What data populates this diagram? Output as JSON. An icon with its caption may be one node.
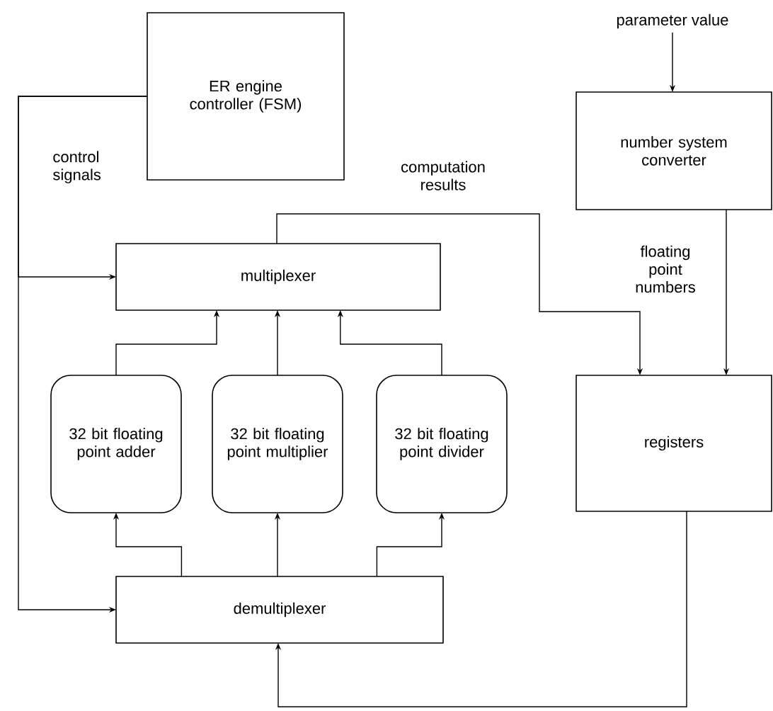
{
  "diagram": {
    "nodes": [
      {
        "text": [
          "ER engine controller (FSM)"
        ]
      },
      {
        "text": [
          "parameter value"
        ]
      },
      {
        "text": [
          "number system converter"
        ]
      },
      {
        "text": [
          "multiplexer"
        ]
      },
      {
        "text": [
          "32 bit floating point adder"
        ]
      },
      {
        "text": [
          "32 bit floating point multiplier"
        ]
      },
      {
        "text": [
          "32 bit floating point divider"
        ]
      },
      {
        "text": [
          "registers"
        ]
      },
      {
        "text": [
          "demultiplexer"
        ]
      }
    ],
    "edges": [
      {
        "from": 0,
        "to": 3,
        "arrow": "to",
        "label": "control signals"
      },
      {
        "from": 0,
        "to": 8,
        "arrow": "to"
      },
      {
        "from": 1,
        "to": 2,
        "arrow": "to"
      },
      {
        "from": 2,
        "to": 7,
        "arrow": "to",
        "label": "floating point numbers"
      },
      {
        "from": 3,
        "to": 7,
        "arrow": "to",
        "label": "computation results"
      },
      {
        "from": 4,
        "to": 3,
        "arrow": "to"
      },
      {
        "from": 5,
        "to": 3,
        "arrow": "to"
      },
      {
        "from": 6,
        "to": 3,
        "arrow": "to"
      },
      {
        "from": 8,
        "to": 4,
        "arrow": "to"
      },
      {
        "from": 8,
        "to": 5,
        "arrow": "to"
      },
      {
        "from": 8,
        "to": 6,
        "arrow": "to"
      },
      {
        "from": 7,
        "to": 8,
        "arrow": "to"
      }
    ]
  }
}
